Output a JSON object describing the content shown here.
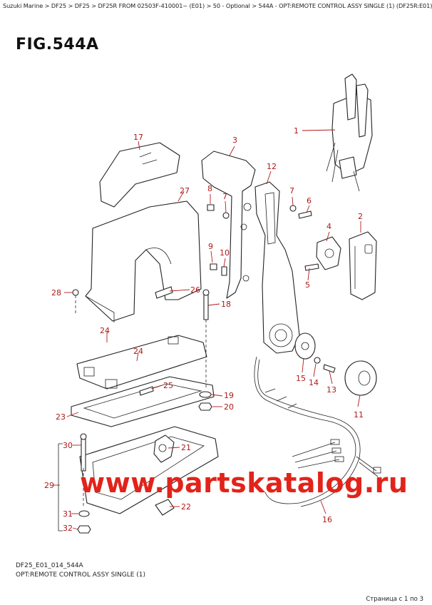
{
  "breadcrumb": "Suzuki Marine > DF25 > DF25 > DF25R FROM 02503F-410001~ (E01) > 50 - Optional > 544A - OPT:REMOTE CONTROL ASSY SINGLE (1) (DF25R:E01)",
  "figure_title": "FIG.544A",
  "watermark": "www.partskatalog.ru",
  "footer": {
    "code": "DF25_E01_014_544A",
    "description": "OPT:REMOTE CONTROL ASSY SINGLE (1)",
    "page_counter": "Страница с 1 по 3"
  },
  "callouts": {
    "c1": "1",
    "c2": "2",
    "c3": "3",
    "c4": "4",
    "c5": "5",
    "c6": "6",
    "c7a": "7",
    "c7b": "7",
    "c8": "8",
    "c9": "9",
    "c10": "10",
    "c11": "11",
    "c12": "12",
    "c13": "13",
    "c14": "14",
    "c15": "15",
    "c16": "16",
    "c17": "17",
    "c18": "18",
    "c19": "19",
    "c20": "20",
    "c21": "21",
    "c22": "22",
    "c23": "23",
    "c24a": "24",
    "c24b": "24",
    "c25": "25",
    "c26": "26",
    "c27": "27",
    "c28": "28",
    "c29": "29",
    "c30": "30",
    "c31": "31",
    "c32": "32"
  },
  "colors": {
    "callout": "#b01919",
    "watermark": "#e2231a",
    "line": "#222222"
  }
}
